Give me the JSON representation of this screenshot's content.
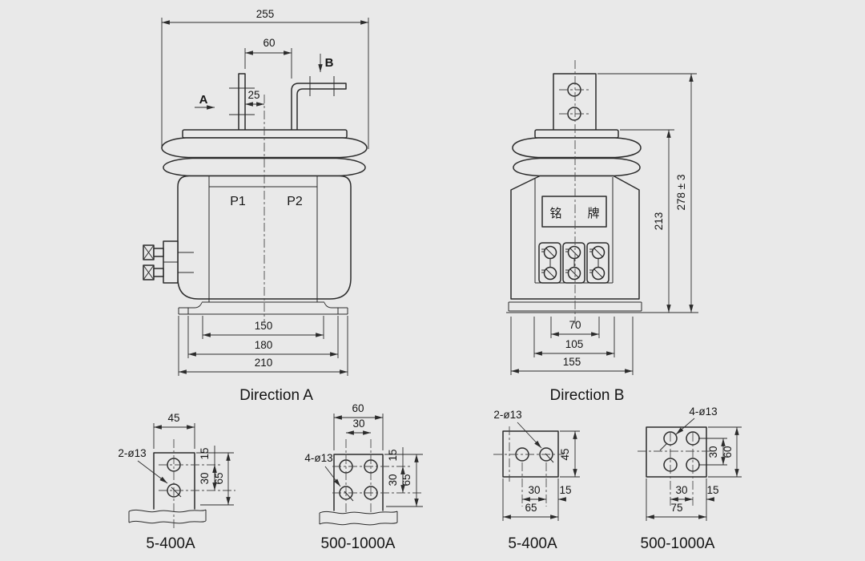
{
  "colors": {
    "background": "#e9e9e9",
    "line": "#2b2b2b",
    "text": "#151515"
  },
  "direction_a": {
    "label": "Direction A",
    "view_arrow_a": "A",
    "view_arrow_b": "B",
    "p1": "P1",
    "p2": "P2",
    "dim_overall_width": "255",
    "dim_terminal_spacing": "60",
    "dim_terminal_offset": "25",
    "dim_base_150": "150",
    "dim_base_180": "180",
    "dim_base_210": "210"
  },
  "direction_b": {
    "label": "Direction B",
    "nameplate_char_1": "铭",
    "nameplate_char_2": "牌",
    "dim_base_70": "70",
    "dim_base_105": "105",
    "dim_base_155": "155",
    "dim_height_213": "213",
    "dim_height_overall": "278 ± 3"
  },
  "terminal_details": [
    {
      "label": "5-400A",
      "holes_note": "2-ø13",
      "dim_width": "45",
      "dim_top": "15",
      "dim_pitch": "30",
      "dim_total": "65"
    },
    {
      "label": "500-1000A",
      "holes_note": "4-ø13",
      "dim_width": "60",
      "dim_pitch_x": "30",
      "dim_top": "15",
      "dim_pitch_y": "30",
      "dim_total": "65"
    },
    {
      "label": "5-400A",
      "holes_note": "2-ø13",
      "dim_height": "45",
      "dim_pitch": "30",
      "dim_edge": "15",
      "dim_width": "65"
    },
    {
      "label": "500-1000A",
      "holes_note": "4-ø13",
      "dim_pitch_y": "30",
      "dim_height": "60",
      "dim_pitch_x": "30",
      "dim_edge": "15",
      "dim_width": "75"
    }
  ]
}
